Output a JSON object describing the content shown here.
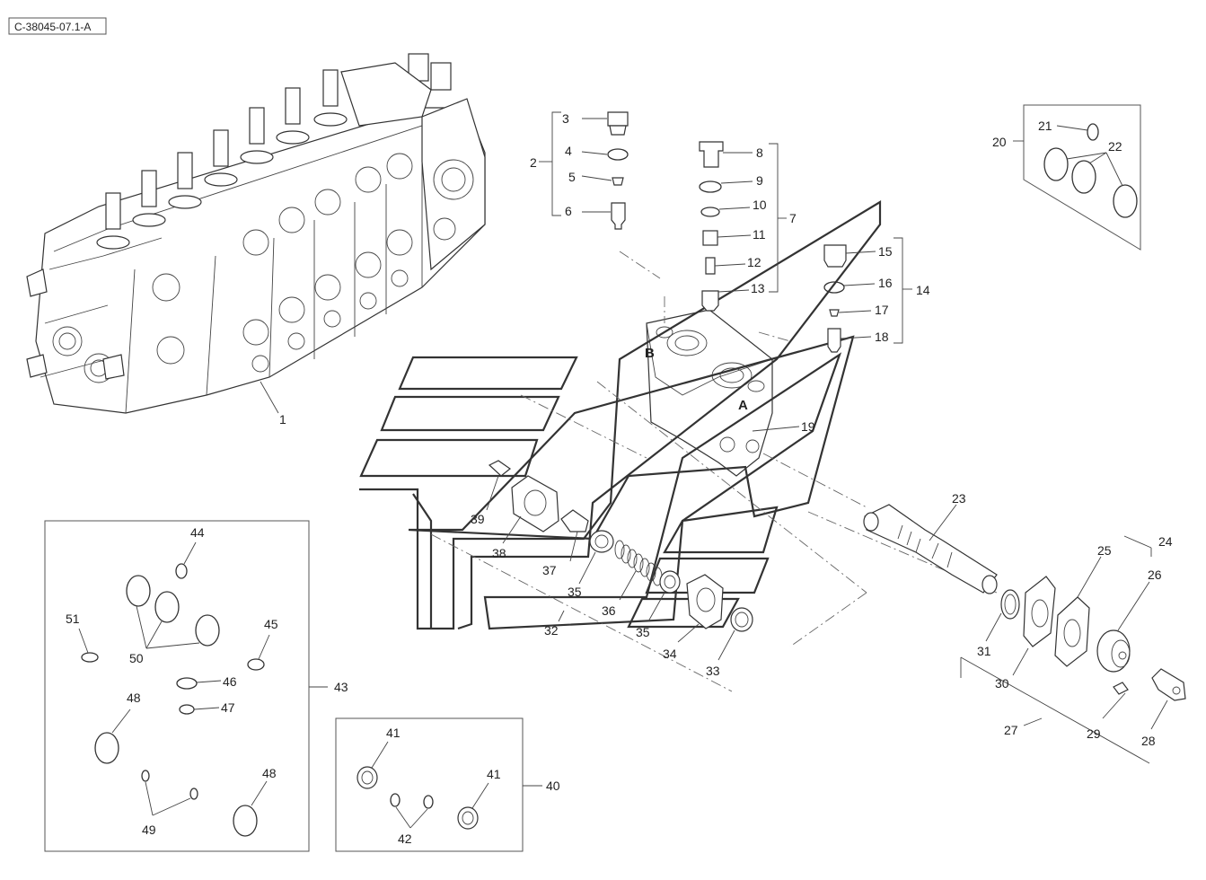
{
  "reference_code": "C-38045-07.1-A",
  "callouts": {
    "c1": "1",
    "c2": "2",
    "c3": "3",
    "c4": "4",
    "c5": "5",
    "c6": "6",
    "c7": "7",
    "c8": "8",
    "c9": "9",
    "c10": "10",
    "c11": "11",
    "c12": "12",
    "c13": "13",
    "c14": "14",
    "c15": "15",
    "c16": "16",
    "c17": "17",
    "c18": "18",
    "c19": "19",
    "c20": "20",
    "c21": "21",
    "c22": "22",
    "c23": "23",
    "c24": "24",
    "c25": "25",
    "c26": "26",
    "c27": "27",
    "c28": "28",
    "c29": "29",
    "c30": "30",
    "c31": "31",
    "c32": "32",
    "c33": "33",
    "c34": "34",
    "c35a": "35",
    "c35b": "35",
    "c36": "36",
    "c37": "37",
    "c38": "38",
    "c39": "39",
    "c40": "40",
    "c41a": "41",
    "c41b": "41",
    "c42": "42",
    "c43": "43",
    "c44": "44",
    "c45": "45",
    "c46": "46",
    "c47": "47",
    "c48a": "48",
    "c48b": "48",
    "c49": "49",
    "c50": "50",
    "c51": "51"
  },
  "port_marks": {
    "port_a": "A",
    "port_b": "B"
  }
}
